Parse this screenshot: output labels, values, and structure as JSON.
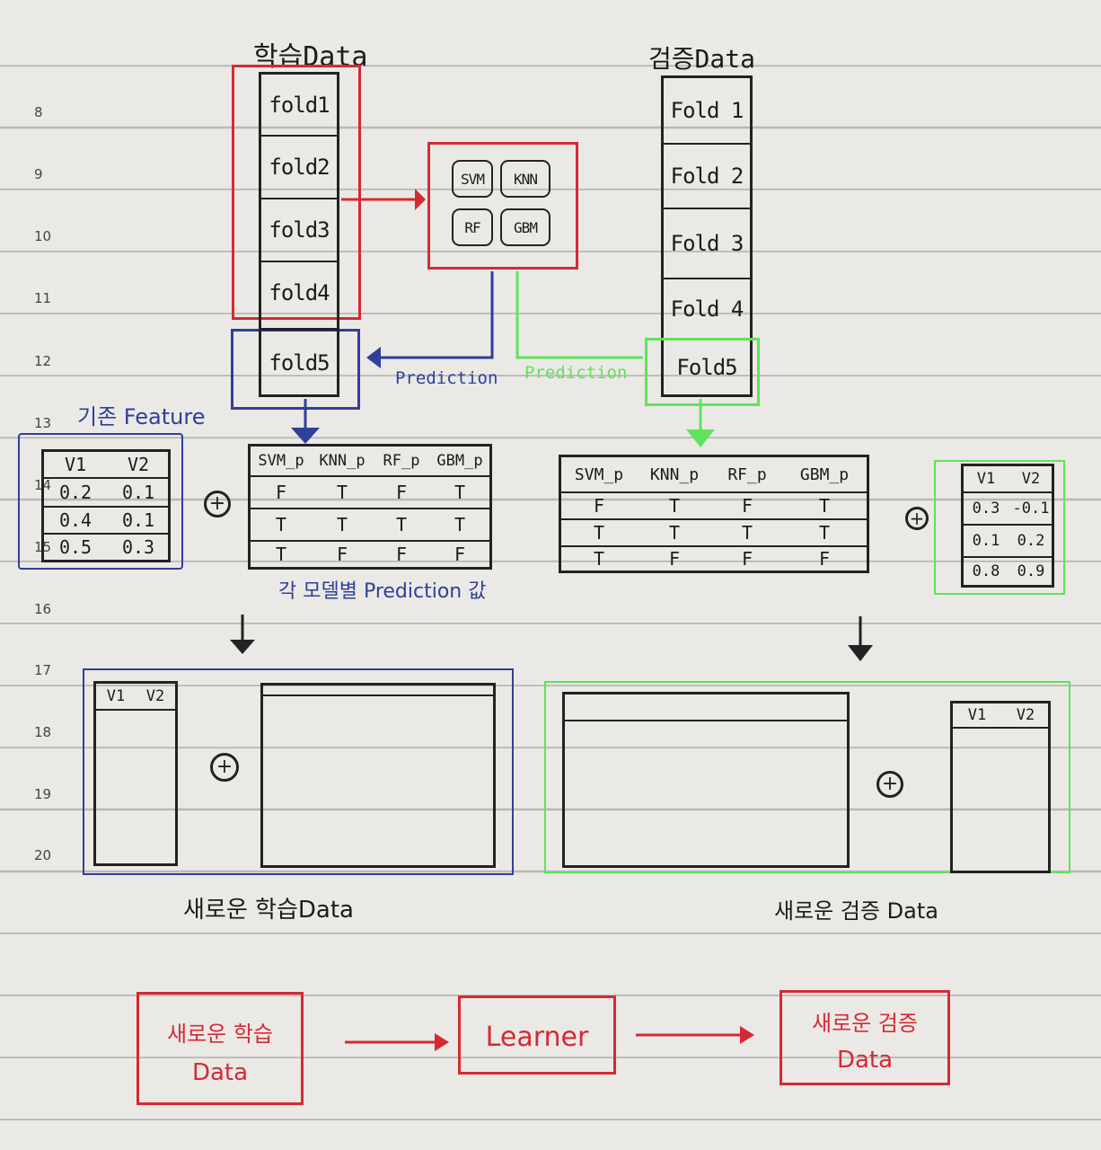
{
  "line_numbers": [
    "8",
    "9",
    "10",
    "11",
    "12",
    "13",
    "14",
    "15",
    "16",
    "17",
    "18",
    "19",
    "20"
  ],
  "train": {
    "title": "학습Data",
    "folds": [
      "fold1",
      "fold2",
      "fold3",
      "fold4",
      "fold5"
    ]
  },
  "valid": {
    "title": "검증Data",
    "folds": [
      "Fold 1",
      "Fold 2",
      "Fold 3",
      "Fold 4",
      "Fold5"
    ]
  },
  "models": {
    "items": [
      "SVM",
      "KNN",
      "RF",
      "GBM"
    ]
  },
  "arrows": {
    "blue_label": "Prediction",
    "green_label": "Prediction"
  },
  "base_feature": {
    "title": "기존 Feature",
    "headers": [
      "V1",
      "V2"
    ],
    "rows": [
      [
        "0.2",
        "0.1"
      ],
      [
        "0.4",
        "0.1"
      ],
      [
        "0.5",
        "0.3"
      ]
    ]
  },
  "train_pred": {
    "headers": [
      "SVM_p",
      "KNN_p",
      "RF_p",
      "GBM_p"
    ],
    "rows": [
      [
        "F",
        "T",
        "F",
        "T"
      ],
      [
        "T",
        "T",
        "T",
        "T"
      ],
      [
        "T",
        "F",
        "F",
        "F"
      ]
    ],
    "caption": "각 모델별 Prediction 값"
  },
  "valid_pred": {
    "headers": [
      "SVM_p",
      "KNN_p",
      "RF_p",
      "GBM_p"
    ],
    "rows": [
      [
        "F",
        "T",
        "F",
        "T"
      ],
      [
        "T",
        "T",
        "T",
        "T"
      ],
      [
        "T",
        "F",
        "F",
        "F"
      ]
    ]
  },
  "valid_feature": {
    "headers": [
      "V1",
      "V2"
    ],
    "rows": [
      [
        "0.3",
        "-0.1"
      ],
      [
        "0.1",
        "0.2"
      ],
      [
        "0.8",
        "0.9"
      ]
    ]
  },
  "new_train": {
    "headers": [
      "V1",
      "V2"
    ],
    "caption": "새로운 학습Data"
  },
  "new_valid": {
    "headers": [
      "V1",
      "V2"
    ],
    "caption": "새로운 검증 Data"
  },
  "pipeline": {
    "step1_line1": "새로운 학습",
    "step1_line2": "Data",
    "step2": "Learner",
    "step3_line1": "새로운 검증",
    "step3_line2": "Data"
  },
  "colors": {
    "red": "#d42a34",
    "blue": "#2f3f9a",
    "green": "#5fe35a",
    "ink": "#1b1b1b"
  }
}
